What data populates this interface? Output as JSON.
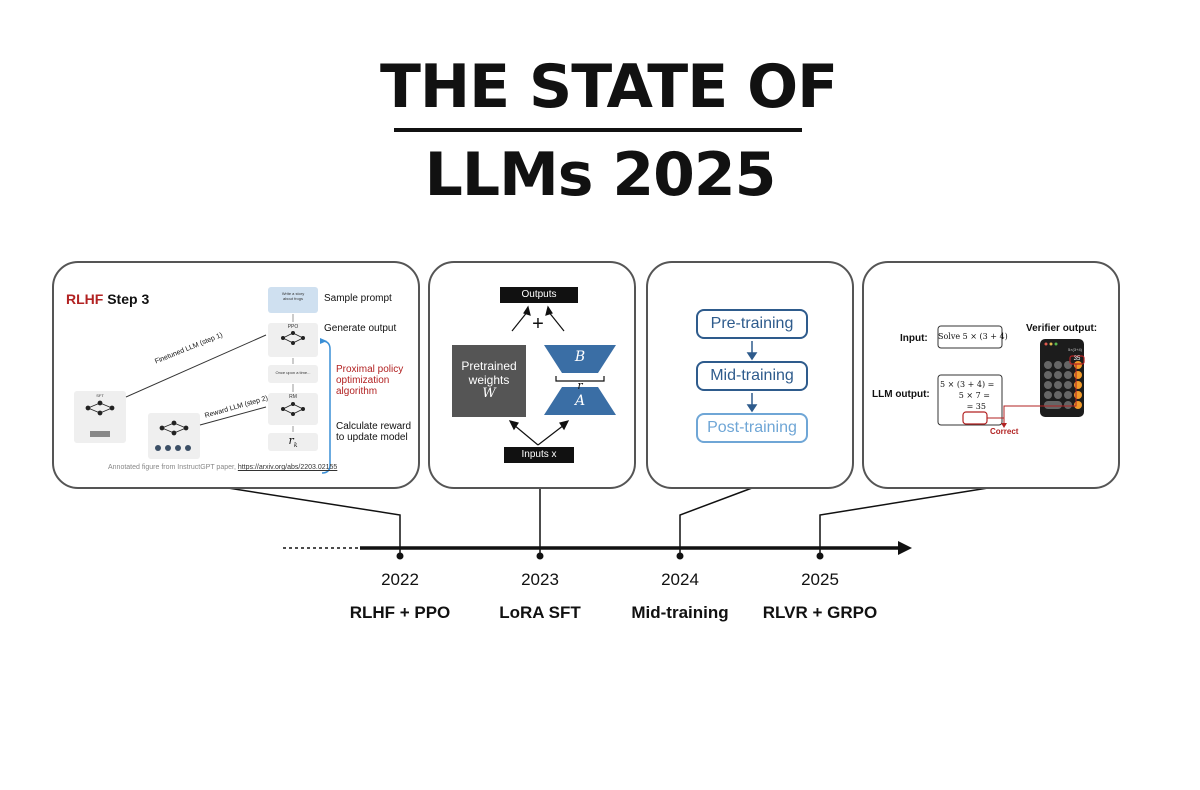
{
  "title": {
    "line1": "THE STATE OF",
    "line2": "LLMs 2025"
  },
  "panels": {
    "rlhf": {
      "heading_accent": "RLHF",
      "heading_rest": " Step 3",
      "sample_prompt": "Sample prompt",
      "generate_output": "Generate output",
      "proximal_line1": "Proximal policy",
      "proximal_line2": "optimization",
      "proximal_line3": "algorithm",
      "reward_line1": "Calculate reward",
      "reward_line2": "to update model",
      "finetuned_label": "Finetuned LLM (step 1)",
      "reward_llm_label": "Reward LLM (step 2)",
      "prompt_card_line1": "Write a story",
      "prompt_card_line2": "about frogs",
      "ppo_label": "PPO",
      "story_text": "Once upon a time...",
      "rm_label": "RM",
      "sft_label": "SFT",
      "rk_label": "r",
      "rk_sub": "k",
      "caption_prefix": "Annotated figure from InstructGPT paper, ",
      "caption_link": "https://arxiv.org/abs/2203.02155"
    },
    "lora": {
      "outputs": "Outputs",
      "plus": "+",
      "pretrained_line1": "Pretrained",
      "pretrained_line2": "weights",
      "pretrained_w": "W",
      "b": "B",
      "r": "r",
      "a": "A",
      "inputs": "Inputs x"
    },
    "mid": {
      "pre": "Pre-training",
      "mid": "Mid-training",
      "post": "Post-training"
    },
    "rlvr": {
      "input_label": "Input:",
      "input_value": "Solve 5 × (3 + 4)",
      "verifier_label": "Verifier output:",
      "llm_output_label": "LLM output:",
      "llm_line1": "5 × (3 + 4) =",
      "llm_line2": "5 × 7 =",
      "llm_line3": "= 35",
      "calc_expr": "5×(3+4)",
      "calc_result": "35",
      "correct": "Correct"
    }
  },
  "timeline": [
    {
      "year": "2022",
      "label": "RLHF + PPO"
    },
    {
      "year": "2023",
      "label": "LoRA SFT"
    },
    {
      "year": "2024",
      "label": "Mid-training"
    },
    {
      "year": "2025",
      "label": "RLVR + GRPO"
    }
  ],
  "colors": {
    "accent_red": "#b22222",
    "pill_dark": "#2e5b8c",
    "pill_light": "#6fa6d6",
    "lora_blue": "#3a6ea5",
    "gray_block": "#555555"
  }
}
